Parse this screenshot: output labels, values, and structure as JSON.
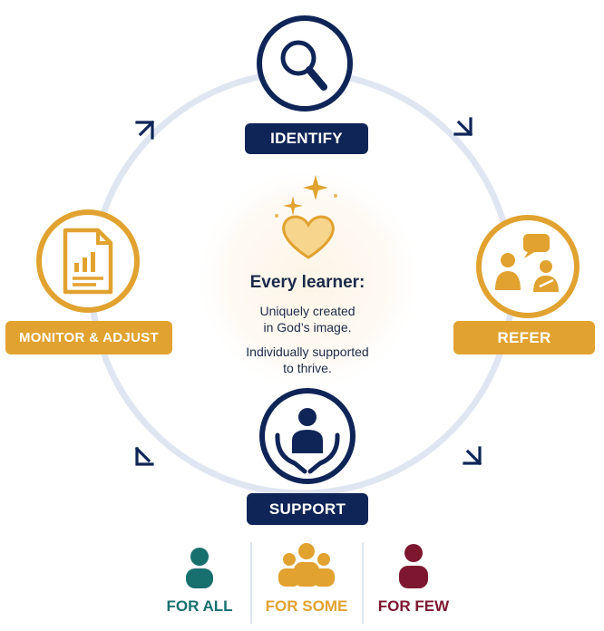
{
  "colors": {
    "navy": "#0f2557",
    "gold": "#e1a230",
    "teal": "#17706e",
    "maroon": "#7d1730",
    "ring": "#dfe6f2"
  },
  "icons": {
    "identify": "magnifying-glass-icon",
    "refer": "conversation-people-icon",
    "support": "supporting-hands-icon",
    "monitor": "report-chart-icon",
    "center": "heart-sparkle-icon"
  },
  "stages": {
    "identify": "IDENTIFY",
    "refer": "REFER",
    "support": "SUPPORT",
    "monitor": "MONITOR & ADJUST"
  },
  "center": {
    "title": "Every learner:",
    "line1": "Uniquely created",
    "line2": "in God’s image.",
    "line3": "Individually supported",
    "line4": "to thrive."
  },
  "tiers": [
    {
      "label": "FOR ALL",
      "color": "#17706e"
    },
    {
      "label": "FOR SOME",
      "color": "#e1a230"
    },
    {
      "label": "FOR FEW",
      "color": "#7d1730"
    }
  ]
}
